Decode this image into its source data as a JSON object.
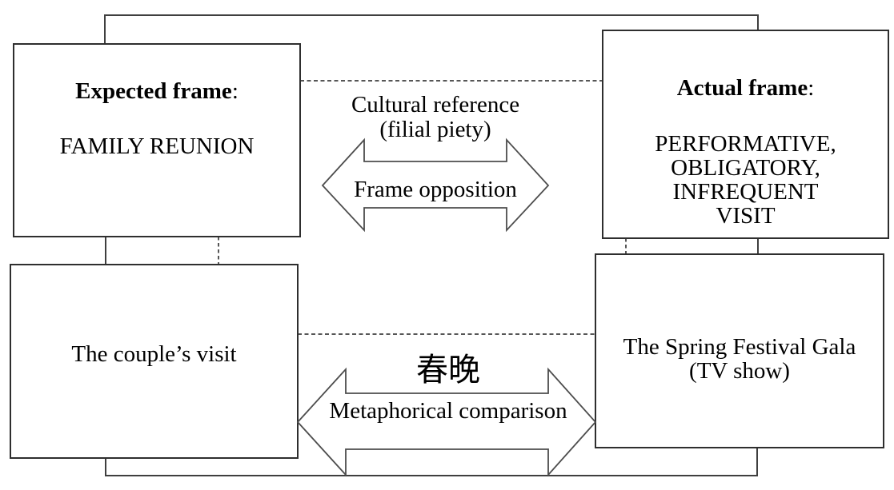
{
  "colors": {
    "background": "#ffffff",
    "box_border": "#2e2e2e",
    "connector_line": "#3f3f3f",
    "arrow_outline": "#4d4d4d",
    "text": "#000000"
  },
  "boxes": {
    "expected": {
      "title": "Expected frame",
      "title_suffix": ":",
      "lines": [
        "FAMILY REUNION"
      ]
    },
    "actual": {
      "title": "Actual frame",
      "title_suffix": ":",
      "lines": [
        "PERFORMATIVE,",
        "OBLIGATORY, INFREQUENT",
        "VISIT"
      ]
    },
    "couple": {
      "lines": [
        "The couple’s visit"
      ]
    },
    "gala": {
      "lines": [
        "The Spring Festival Gala",
        "(TV show)"
      ]
    }
  },
  "arrows": {
    "top": {
      "label_above_line1": "Cultural reference",
      "label_above_line2": "(filial piety)",
      "label_inside": "Frame opposition"
    },
    "bottom": {
      "label_above": "春晚",
      "label_inside": "Metaphorical comparison"
    }
  }
}
